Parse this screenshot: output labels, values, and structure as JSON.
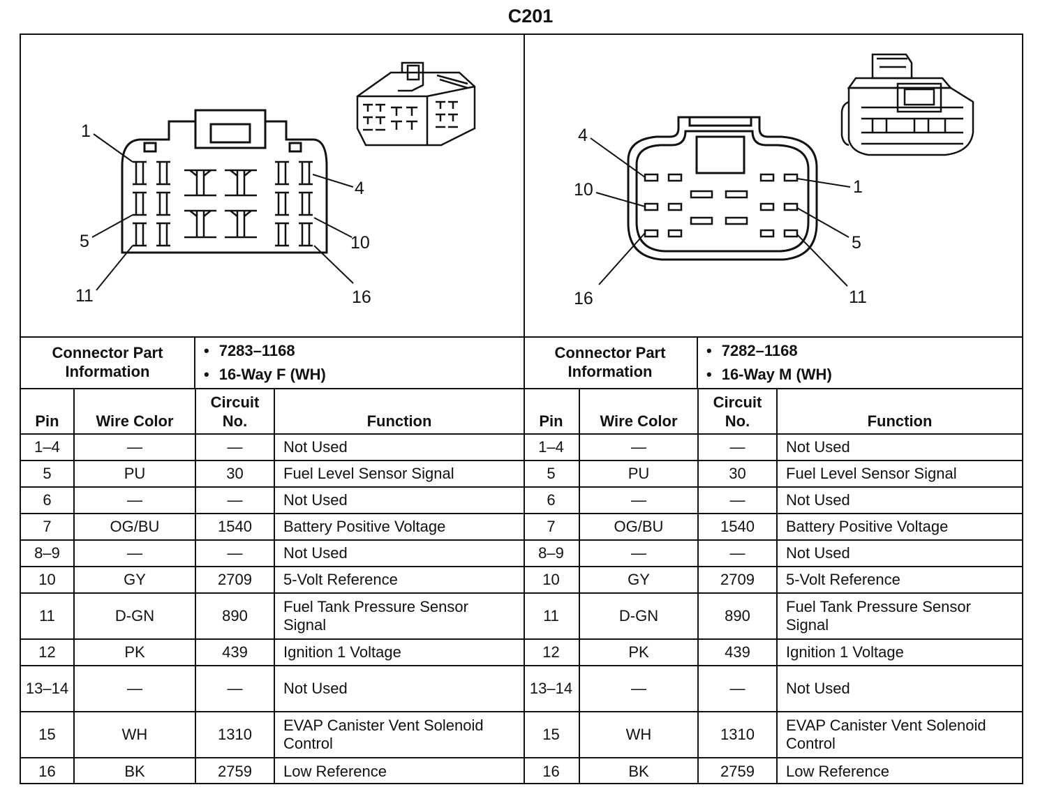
{
  "title": "C201",
  "left": {
    "connector_info_label": "Connector Part Information",
    "connector_info": [
      "7283–1168",
      "16-Way F (WH)"
    ],
    "pin_callouts": [
      "1",
      "4",
      "5",
      "10",
      "11",
      "16"
    ],
    "headers": {
      "pin": "Pin",
      "wire_color": "Wire Color",
      "circuit_line1": "Circuit",
      "circuit_line2": "No.",
      "function": "Function"
    },
    "rows": [
      {
        "pin": "1–4",
        "color": "—",
        "circuit": "—",
        "function": "Not Used"
      },
      {
        "pin": "5",
        "color": "PU",
        "circuit": "30",
        "function": "Fuel Level Sensor Signal"
      },
      {
        "pin": "6",
        "color": "—",
        "circuit": "—",
        "function": "Not Used"
      },
      {
        "pin": "7",
        "color": "OG/BU",
        "circuit": "1540",
        "function": "Battery Positive Voltage"
      },
      {
        "pin": "8–9",
        "color": "—",
        "circuit": "—",
        "function": "Not Used"
      },
      {
        "pin": "10",
        "color": "GY",
        "circuit": "2709",
        "function": "5-Volt Reference"
      },
      {
        "pin": "11",
        "color": "D-GN",
        "circuit": "890",
        "function": "Fuel Tank Pressure Sensor Signal"
      },
      {
        "pin": "12",
        "color": "PK",
        "circuit": "439",
        "function": "Ignition 1 Voltage"
      },
      {
        "pin": "13–14",
        "color": "—",
        "circuit": "—",
        "function": "Not Used"
      },
      {
        "pin": "15",
        "color": "WH",
        "circuit": "1310",
        "function": "EVAP Canister Vent Solenoid Control"
      },
      {
        "pin": "16",
        "color": "BK",
        "circuit": "2759",
        "function": "Low Reference"
      }
    ]
  },
  "right": {
    "connector_info_label": "Connector Part Information",
    "connector_info": [
      "7282–1168",
      "16-Way M (WH)"
    ],
    "pin_callouts": [
      "4",
      "1",
      "10",
      "5",
      "16",
      "11"
    ],
    "headers": {
      "pin": "Pin",
      "wire_color": "Wire Color",
      "circuit_line1": "Circuit",
      "circuit_line2": "No.",
      "function": "Function"
    },
    "rows": [
      {
        "pin": "1–4",
        "color": "—",
        "circuit": "—",
        "function": "Not Used"
      },
      {
        "pin": "5",
        "color": "PU",
        "circuit": "30",
        "function": "Fuel Level Sensor Signal"
      },
      {
        "pin": "6",
        "color": "—",
        "circuit": "—",
        "function": "Not Used"
      },
      {
        "pin": "7",
        "color": "OG/BU",
        "circuit": "1540",
        "function": "Battery Positive Voltage"
      },
      {
        "pin": "8–9",
        "color": "—",
        "circuit": "—",
        "function": "Not Used"
      },
      {
        "pin": "10",
        "color": "GY",
        "circuit": "2709",
        "function": "5-Volt Reference"
      },
      {
        "pin": "11",
        "color": "D-GN",
        "circuit": "890",
        "function": "Fuel Tank Pressure Sensor Signal"
      },
      {
        "pin": "12",
        "color": "PK",
        "circuit": "439",
        "function": "Ignition 1 Voltage"
      },
      {
        "pin": "13–14",
        "color": "—",
        "circuit": "—",
        "function": "Not Used"
      },
      {
        "pin": "15",
        "color": "WH",
        "circuit": "1310",
        "function": "EVAP Canister Vent Solenoid Control"
      },
      {
        "pin": "16",
        "color": "BK",
        "circuit": "2759",
        "function": "Low Reference"
      }
    ]
  }
}
